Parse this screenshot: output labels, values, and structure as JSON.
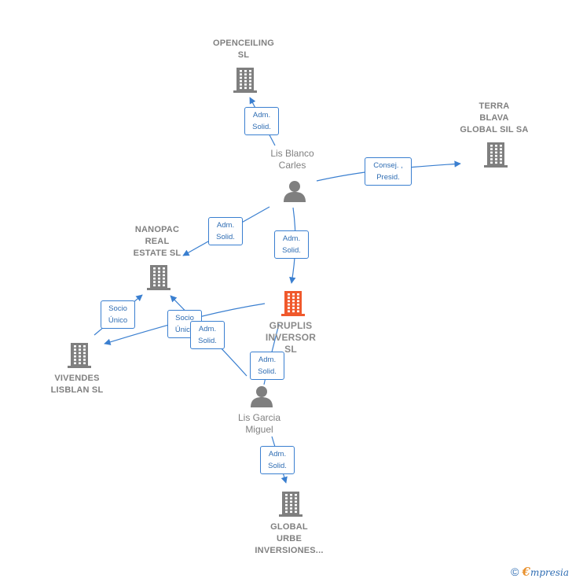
{
  "nodes": {
    "opceiling": {
      "type": "company",
      "lines": [
        "OPENCEILING",
        "SL"
      ]
    },
    "terra": {
      "type": "company",
      "lines": [
        "TERRA",
        "BLAVA",
        "GLOBAL SIL SA"
      ]
    },
    "lisblanco": {
      "type": "person",
      "lines": [
        "Lis Blanco",
        "Carles"
      ]
    },
    "nanopac": {
      "type": "company",
      "lines": [
        "NANOPAC",
        "REAL",
        "ESTATE  SL"
      ]
    },
    "gruplis": {
      "type": "focus",
      "lines": [
        "GRUPLIS",
        "INVERSOR",
        "SL"
      ]
    },
    "vivendes": {
      "type": "company",
      "lines": [
        "VIVENDES",
        "LISBLAN  SL"
      ]
    },
    "lisgarcia": {
      "type": "person",
      "lines": [
        "Lis Garcia",
        "Miguel"
      ]
    },
    "urbe": {
      "type": "company",
      "lines": [
        "GLOBAL",
        "URBE",
        "INVERSIONES..."
      ]
    }
  },
  "edges": {
    "e1": {
      "lines": [
        "Adm.",
        "Solid."
      ]
    },
    "e2": {
      "lines": [
        "Consej. ,",
        "Presid."
      ]
    },
    "e3": {
      "lines": [
        "Adm.",
        "Solid."
      ]
    },
    "e4": {
      "lines": [
        "Adm.",
        "Solid."
      ]
    },
    "e5": {
      "lines": [
        "Socio",
        "Único"
      ]
    },
    "e6": {
      "lines": [
        "Socio",
        "Único"
      ]
    },
    "e7": {
      "lines": [
        "Adm.",
        "Solid."
      ]
    },
    "e8": {
      "lines": [
        "Adm.",
        "Solid."
      ]
    },
    "e9": {
      "lines": [
        "Adm.",
        "Solid."
      ]
    }
  },
  "colors": {
    "edge": "#3a7fd0",
    "company": "#7f7f7f",
    "focus": "#f0592c",
    "person": "#7f7f7f"
  },
  "footer": {
    "copyright": "©",
    "brand_initial": "€",
    "brand_rest": "mpresia"
  }
}
